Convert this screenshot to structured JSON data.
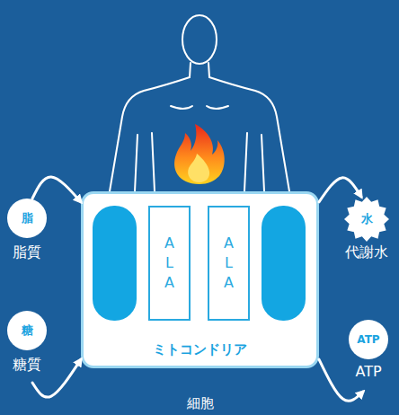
{
  "diagram": {
    "nodes": [
      {
        "text": [
          "脂",
          "脂質"
        ]
      },
      {
        "text": [
          "糖",
          "糖質"
        ]
      },
      {
        "text": [
          "ミトコンドリア",
          "細胞"
        ]
      },
      {
        "text": [
          "A L A"
        ],
        "in": 2
      },
      {
        "text": [
          "A L A"
        ],
        "in": 2
      },
      {
        "text": [
          "水",
          "代謝水"
        ]
      },
      {
        "text": [
          "ATP",
          "ATP"
        ]
      }
    ],
    "edges": [
      {
        "from": 0,
        "to": 2,
        "arrow": "to"
      },
      {
        "from": 1,
        "to": 2,
        "arrow": "to"
      },
      {
        "from": 2,
        "to": 5,
        "arrow": "to"
      },
      {
        "from": 2,
        "to": 6,
        "arrow": "to"
      }
    ]
  }
}
